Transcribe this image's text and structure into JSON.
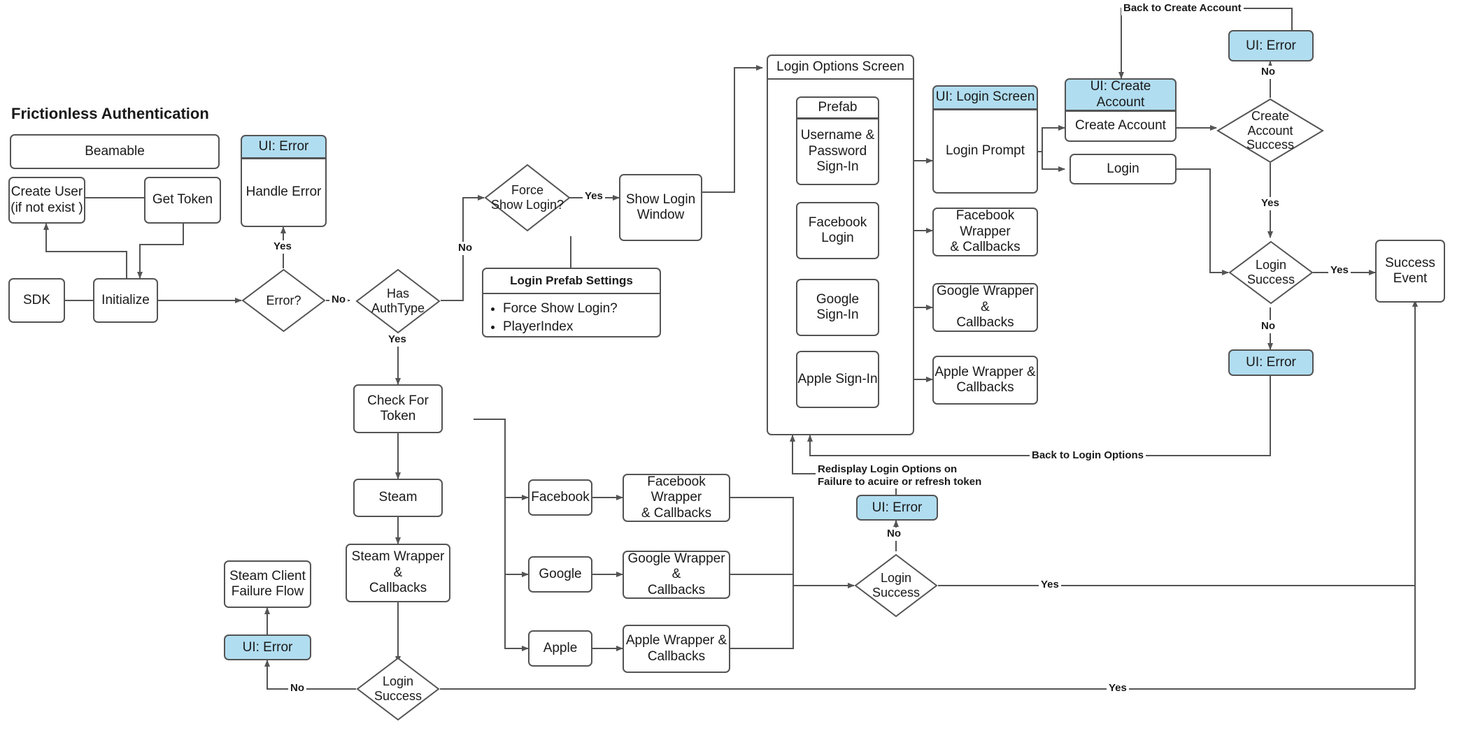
{
  "diagram": {
    "title": "Frictionless Authentication",
    "colors": {
      "ui_accent": "#b1ddf0",
      "stroke": "#545454",
      "text": "#1a1a1a",
      "background": "#ffffff"
    }
  },
  "nodes": {
    "beamable": "Beamable",
    "create_user": "Create User\n(if not exist )",
    "get_token": "Get Token",
    "sdk": "SDK",
    "initialize": "Initialize",
    "ui_error_handle_hdr": "UI: Error",
    "handle_error": "Handle Error",
    "error_q": "Error?",
    "has_authtype": "Has\nAuthType",
    "force_show_login": "Force\nShow Login?",
    "show_login_window": "Show Login\nWindow",
    "check_for_token": "Check For\nToken",
    "steam": "Steam",
    "steam_wrapper": "Steam Wrapper &\nCallbacks",
    "steam_client_failure": "Steam Client\nFailure Flow",
    "ui_error_steam": "UI: Error",
    "login_success_bottom": "Login\nSuccess",
    "facebook": "Facebook",
    "google": "Google",
    "apple": "Apple",
    "facebook_wrapper_bottom": "Facebook Wrapper\n& Callbacks",
    "google_wrapper_bottom": "Google Wrapper &\nCallbacks",
    "apple_wrapper_bottom": "Apple Wrapper &\nCallbacks",
    "login_success_mid": "Login\nSuccess",
    "ui_error_mid": "UI: Error",
    "login_options_screen": "Login Options Screen",
    "prefab_hdr": "Prefab",
    "username_password": "Username &\nPassword\nSign-In",
    "facebook_login": "Facebook\nLogin",
    "google_signin": "Google\nSign-In",
    "apple_signin": "Apple Sign-In",
    "ui_login_screen_hdr": "UI:  Login Screen",
    "login_prompt": "Login Prompt",
    "facebook_wrapper_top": "Facebook Wrapper\n& Callbacks",
    "google_wrapper_top": "Google Wrapper &\nCallbacks",
    "apple_wrapper_top": "Apple Wrapper &\nCallbacks",
    "ui_create_account_hdr": "UI:  Create\nAccount",
    "create_account": "Create Account",
    "login": "Login",
    "ui_error_create": "UI: Error",
    "create_account_success": "Create\nAccount\nSuccess",
    "login_success_right": "Login\nSuccess",
    "ui_error_right": "UI: Error",
    "success_event": "Success\nEvent"
  },
  "settings_box": {
    "title": "Login Prefab Settings",
    "items": [
      "Force Show Login?",
      "PlayerIndex"
    ]
  },
  "edge_labels": {
    "error_yes": "Yes",
    "error_no": "No",
    "authtype_yes": "Yes",
    "authtype_no": "No",
    "force_yes": "Yes",
    "bottom_no": "No",
    "bottom_yes": "Yes",
    "mid_no": "No",
    "mid_yes": "Yes",
    "create_no": "No",
    "create_yes": "Yes",
    "right_no": "No",
    "right_yes": "Yes",
    "back_to_create_account": "Back to Create Account",
    "back_to_login_options": "Back to Login Options",
    "redisplay": "Redisplay Login Options on Failure\nto acuire or refresh token"
  }
}
